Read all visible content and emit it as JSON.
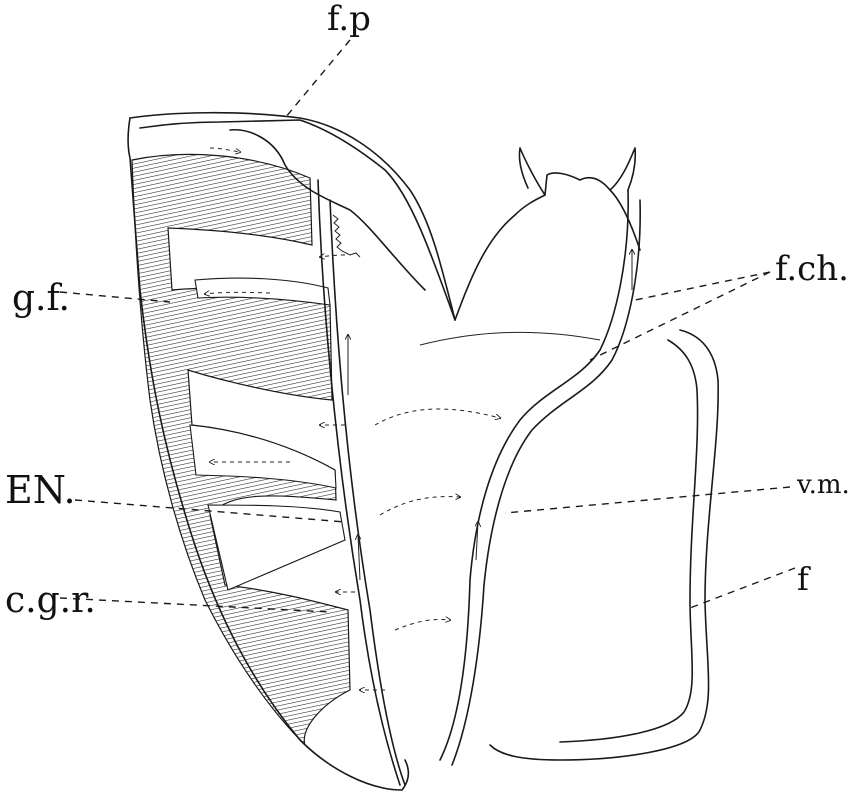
{
  "labels": {
    "fp": "f.p",
    "fch": "f.ch.",
    "gf": "g.f.",
    "en": "EN.",
    "vm": "v.m.",
    "cgr": "c.g.r.",
    "f": "f"
  }
}
